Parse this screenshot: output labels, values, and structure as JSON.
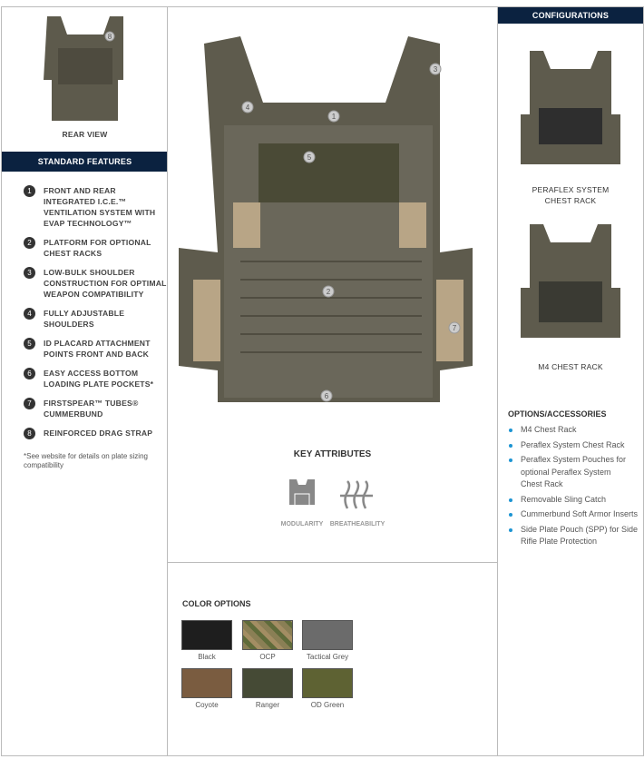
{
  "left": {
    "rear_view_label": "REAR VIEW",
    "features_header": "STANDARD FEATURES",
    "features": [
      {
        "n": "1",
        "text": "FRONT AND REAR INTEGRATED I.C.E.™ VENTILATION SYSTEM WITH EVAP TECHNOLOGY™"
      },
      {
        "n": "2",
        "text": "PLATFORM FOR OPTIONAL CHEST RACKS"
      },
      {
        "n": "3",
        "text": "LOW-BULK SHOULDER CONSTRUCTION FOR OPTIMAL WEAPON COMPATIBILITY"
      },
      {
        "n": "4",
        "text": "FULLY ADJUSTABLE SHOULDERS"
      },
      {
        "n": "5",
        "text": "ID PLACARD ATTACHMENT POINTS FRONT AND BACK"
      },
      {
        "n": "6",
        "text": "EASY ACCESS BOTTOM LOADING PLATE POCKETS*"
      },
      {
        "n": "7",
        "text": "FIRSTSPEAR™ TUBES® CUMMERBUND"
      },
      {
        "n": "8",
        "text": "REINFORCED DRAG STRAP"
      }
    ],
    "note": "*See website for details on plate sizing compatibility"
  },
  "mid": {
    "key_attributes_title": "KEY ATTRIBUTES",
    "attributes": [
      "MODULARITY",
      "BREATHEABILITY"
    ],
    "markers": [
      "1",
      "2",
      "3",
      "4",
      "5",
      "6",
      "7"
    ],
    "rear_marker": "8"
  },
  "colors": {
    "title": "COLOR OPTIONS",
    "options": [
      {
        "name": "Black",
        "hex": "#1e1e1e"
      },
      {
        "name": "OCP",
        "hex": "#8a7f55"
      },
      {
        "name": "Tactical Grey",
        "hex": "#6b6b6b"
      },
      {
        "name": "Coyote",
        "hex": "#7a5c40"
      },
      {
        "name": "Ranger",
        "hex": "#454a35"
      },
      {
        "name": "OD Green",
        "hex": "#5e6233"
      }
    ]
  },
  "right": {
    "config_header": "CONFIGURATIONS",
    "configs": [
      "PERAFLEX SYSTEM CHEST RACK",
      "M4 CHEST RACK"
    ],
    "options_title": "OPTIONS/ACCESSORIES",
    "options": [
      "M4 Chest Rack",
      "Peraflex System Chest Rack",
      "Peraflex System Pouches for optional Peraflex System Chest Rack",
      "Removable Sling Catch",
      "Cummerbund Soft Armor Inserts",
      "Side Plate Pouch (SPP) for Side Rifle Plate Protection"
    ]
  }
}
